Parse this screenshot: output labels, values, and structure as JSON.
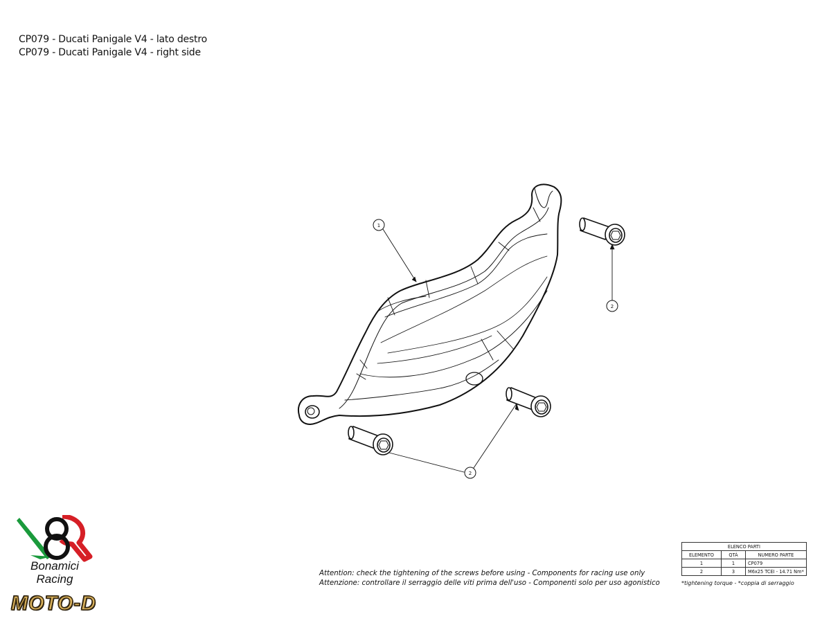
{
  "title": {
    "line_it": "CP079 - Ducati Panigale V4 - lato destro",
    "line_en": "CP079 - Ducati Panigale V4 - right side"
  },
  "callouts": {
    "cover": "1",
    "screw_right": "2",
    "screws_bottom": "2"
  },
  "notes": {
    "en": "Attention: check the tightening of the screws before using - Components for racing use only",
    "it": "Attenzione: controllare il serraggio delle viti prima dell'uso - Componenti solo per uso agonistico"
  },
  "parts_table": {
    "title": "ELENCO PARTI",
    "headers": [
      "ELEMENTO",
      "QTÀ",
      "NUMERO PARTE"
    ],
    "rows": [
      {
        "element": "1",
        "qty": "1",
        "part": "CP079"
      },
      {
        "element": "2",
        "qty": "3",
        "part": "M6x25 TCEI - 14.71 Nm*"
      }
    ],
    "torque_note": "*tightening torque - *coppia di serraggio"
  },
  "brand": {
    "line1": "Bonamici",
    "line2": "Racing",
    "reseller": "MOTO-D"
  },
  "colors": {
    "logo_green": "#1a9a3c",
    "logo_red": "#d61f26",
    "motod_gold": "#d9b25c"
  }
}
